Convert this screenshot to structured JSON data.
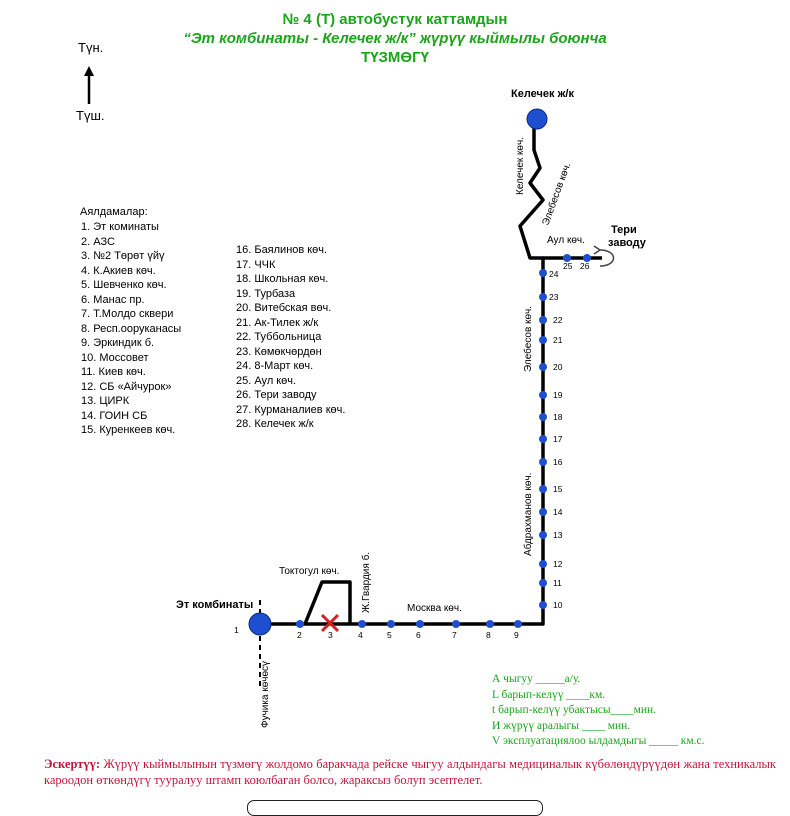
{
  "title": {
    "line1": "№ 4 (Т) автобустук каттамдын",
    "line2": "“Эт комбинаты  - Келечек ж/к” жүрүү кыймылы боюнча",
    "line3": "ТҮЗМӨГҮ"
  },
  "compass": {
    "north": "Түн.",
    "south": "Түш."
  },
  "stops_header": "Аялдамалар:",
  "stops": [
    "1. Эт коминаты",
    "2. АЗС",
    "3. №2 Төрөт үйү",
    "4. К.Акиев көч.",
    "5. Шевченко көч.",
    "6. Манас пр.",
    "7. Т.Молдо сквери",
    "8. Респ.ооруканасы",
    "9. Эркиндик б.",
    "10. Моссовет",
    "11. Киев көч.",
    "12. СБ «Айчурок»",
    "13. ЦИРК",
    "14. ГОИН СБ",
    "15. Куренкеев көч.",
    "16. Баялинов көч.",
    "17. ЧЧК",
    "18. Школьная көч.",
    "19. Турбаза",
    "20. Витебская вөч.",
    "21. Ак-Тилек ж/к",
    "22. Туббольница",
    "23. Көмөкчөрдөн",
    "24. 8-Март көч.",
    "25. Аул көч.",
    "26. Тери заводу",
    "27. Курманалиев көч.",
    "28. Келечек ж/к"
  ],
  "map": {
    "terminal_start": "Эт комбинаты",
    "terminal_end": "Келечек ж/к",
    "leather_factory_line1": "Тери",
    "leather_factory_line2": "заводу",
    "streets": {
      "fuchika": "Фучика көчөсү",
      "toktogul": "Токтогул көч.",
      "guard": "Ж.Гвардия б.",
      "moscow": "Москва көч.",
      "abdrakhmanov": "Абдрахманов көч.",
      "elebesov_lower": "Элебесов көч.",
      "elebesov_upper": "Элебесов көч.",
      "kelechek": "Келечек көч.",
      "aul": "Аул көч."
    },
    "stop_numbers": [
      "1",
      "2",
      "3",
      "4",
      "5",
      "6",
      "7",
      "8",
      "9",
      "10",
      "11",
      "12",
      "13",
      "14",
      "15",
      "16",
      "17",
      "18",
      "19",
      "20",
      "21",
      "22",
      "23",
      "24",
      "25",
      "26"
    ],
    "route_color": "#000000",
    "stop_color": "#1f4fd1",
    "closed_marker_color": "#d42020"
  },
  "form": {
    "line_a": "А чыгуу _____а/у.",
    "line_l": "L барып-келүү ____км.",
    "line_t": "t барып-келүү убактысы____мин.",
    "line_i": "И жүрүү аралыгы ____ мин.",
    "line_v": "V эксплуатациялоо ылдамдыгы _____ км.с."
  },
  "note": {
    "label": "Эскертүү:",
    "text": " Жүрүү кыймылынын түзмөгү жолдомо баракчада рейске чыгуу алдындагы медициналык күбөлөндүрүүдөн жана техникалык кароодон өткөндүгү тууралуу штамп коюлбаган болсо, жараксыз болуп эсептелет."
  }
}
